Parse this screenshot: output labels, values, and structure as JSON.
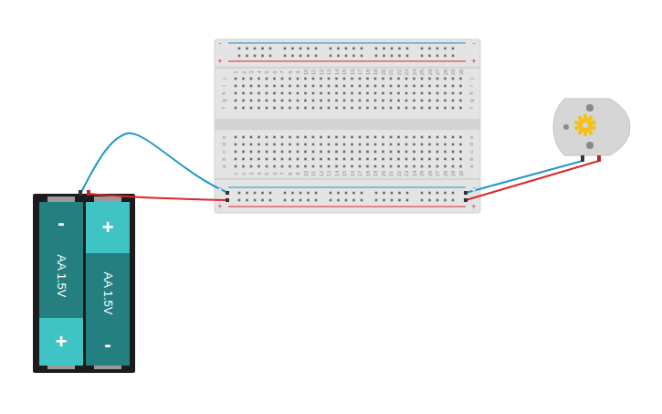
{
  "diagram": {
    "nodes": [
      {
        "text": [
          "-",
          "AA 1.5V",
          "+"
        ]
      },
      {
        "text": [
          "+",
          "AA 1.5V",
          "-"
        ]
      }
    ],
    "labels": [
      "-",
      "-",
      "+",
      "+",
      "1",
      "2",
      "3",
      "4",
      "5",
      "6",
      "7",
      "8",
      "9",
      "10",
      "11",
      "12",
      "13",
      "14",
      "15",
      "16",
      "17",
      "18",
      "19",
      "20",
      "21",
      "22",
      "23",
      "24",
      "25",
      "26",
      "27",
      "28",
      "29",
      "30",
      "j",
      "i",
      "h",
      "g",
      "f",
      "j",
      "i",
      "h",
      "g",
      "f",
      "e",
      "d",
      "c",
      "b",
      "a",
      "e",
      "d",
      "c",
      "b",
      "a",
      "1",
      "2",
      "3",
      "4",
      "5",
      "6",
      "7",
      "8",
      "9",
      "10",
      "11",
      "12",
      "13",
      "14",
      "15",
      "16",
      "17",
      "18",
      "19",
      "20",
      "21",
      "22",
      "23",
      "24",
      "25",
      "26",
      "27",
      "28",
      "29",
      "30",
      "-",
      "-",
      "+",
      "+"
    ]
  }
}
